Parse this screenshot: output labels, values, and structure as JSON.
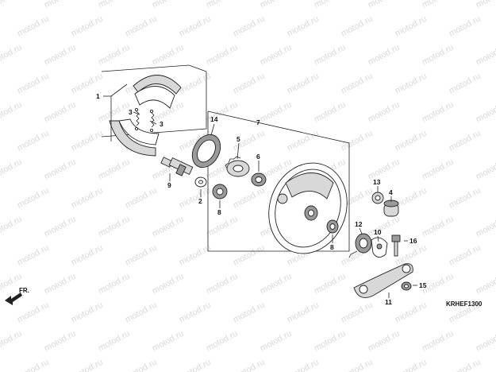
{
  "watermark": {
    "text": "motod.ru",
    "color": "#d9d9d9"
  },
  "diagram_code": "KRHEF1300",
  "front_indicator": "FR.",
  "callouts": [
    {
      "id": "c1",
      "text": "1"
    },
    {
      "id": "c3a",
      "text": "3"
    },
    {
      "id": "c3b",
      "text": "3"
    },
    {
      "id": "c14",
      "text": "14"
    },
    {
      "id": "c7",
      "text": "7"
    },
    {
      "id": "c5",
      "text": "5"
    },
    {
      "id": "c6",
      "text": "6"
    },
    {
      "id": "c9",
      "text": "9"
    },
    {
      "id": "c2",
      "text": "2"
    },
    {
      "id": "c8a",
      "text": "8"
    },
    {
      "id": "c8b",
      "text": "8"
    },
    {
      "id": "c13",
      "text": "13"
    },
    {
      "id": "c4",
      "text": "4"
    },
    {
      "id": "c12",
      "text": "12"
    },
    {
      "id": "c10",
      "text": "10"
    },
    {
      "id": "c16",
      "text": "16"
    },
    {
      "id": "c15",
      "text": "15"
    },
    {
      "id": "c11",
      "text": "11"
    }
  ]
}
